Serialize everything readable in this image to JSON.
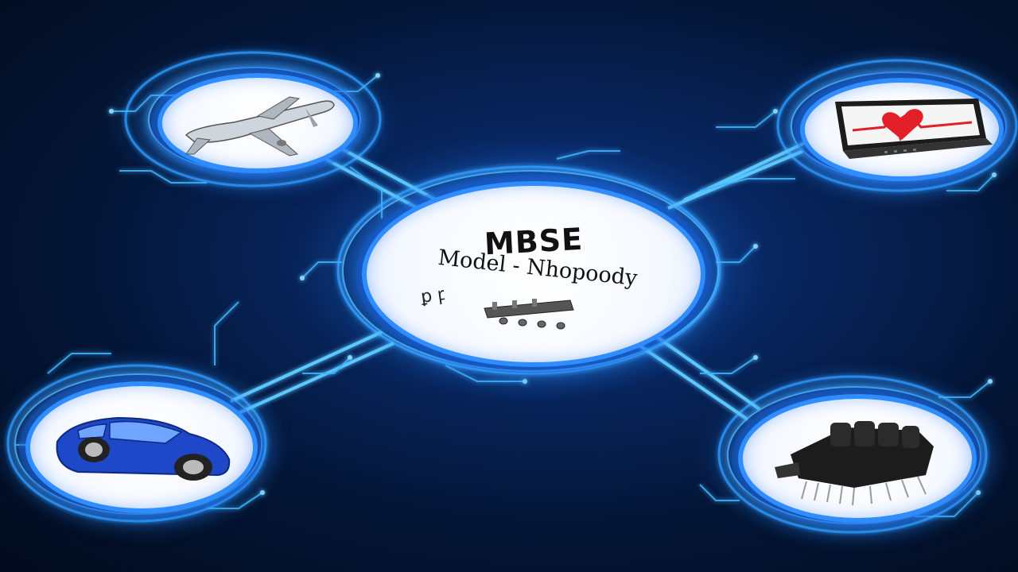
{
  "hub": {
    "title": "MBSE",
    "subtitle": "Model - Nhopoody",
    "glyph": "ꝑ ꝼ"
  },
  "nodes": [
    {
      "id": "airplane",
      "icon": "airplane-icon"
    },
    {
      "id": "monitor",
      "icon": "heart-monitor-icon"
    },
    {
      "id": "car",
      "icon": "car-icon"
    },
    {
      "id": "machine",
      "icon": "industrial-machine-icon"
    }
  ],
  "colors": {
    "background": "#041637",
    "glow": "#2f8dff",
    "circuit": "#3fb4ff",
    "heart": "#e21f26",
    "car": "#1e48c8"
  }
}
